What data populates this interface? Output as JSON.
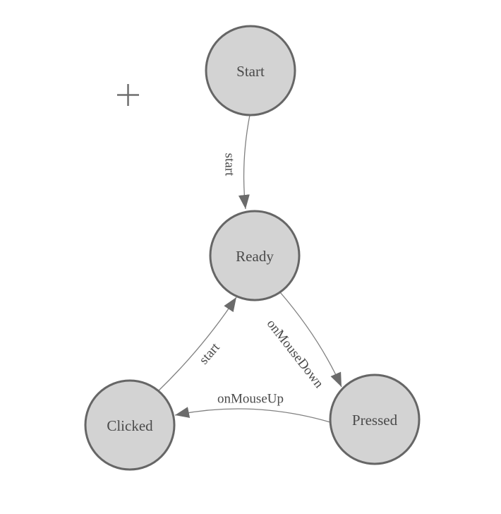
{
  "diagram": {
    "type": "state-machine",
    "nodes": [
      {
        "id": "start",
        "label": "Start"
      },
      {
        "id": "ready",
        "label": "Ready"
      },
      {
        "id": "clicked",
        "label": "Clicked"
      },
      {
        "id": "pressed",
        "label": "Pressed"
      }
    ],
    "edges": [
      {
        "from": "start",
        "to": "ready",
        "label": "start"
      },
      {
        "from": "clicked",
        "to": "ready",
        "label": "start"
      },
      {
        "from": "ready",
        "to": "pressed",
        "label": "onMouseDown"
      },
      {
        "from": "pressed",
        "to": "clicked",
        "label": "onMouseUp"
      }
    ],
    "icons": [
      {
        "name": "plus-icon",
        "glyph": "+"
      }
    ]
  },
  "theme": {
    "background": "#ffffff",
    "node_fill": "#d3d3d3",
    "node_stroke": "#666666",
    "edge_stroke": "#808080",
    "arrow_fill": "#6b6b6b",
    "label_color": "#4a4a4a",
    "plus_color": "#6e6e6e"
  }
}
